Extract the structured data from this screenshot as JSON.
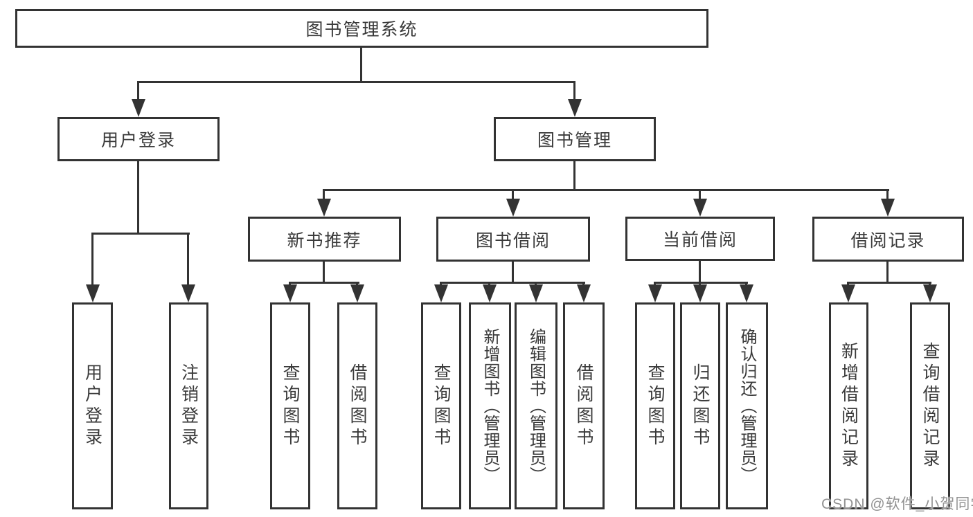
{
  "diagram": {
    "type": "tree",
    "root": {
      "label": "图书管理系统"
    },
    "level1": [
      {
        "id": "user-login",
        "label": "用户登录"
      },
      {
        "id": "book-management",
        "label": "图书管理"
      }
    ],
    "level2": [
      {
        "id": "new-book-recommend",
        "label": "新书推荐"
      },
      {
        "id": "book-borrowing",
        "label": "图书借阅"
      },
      {
        "id": "current-borrowing",
        "label": "当前借阅"
      },
      {
        "id": "borrowing-records",
        "label": "借阅记录"
      }
    ],
    "leaves": {
      "user_login": [
        {
          "label": "用户登录"
        },
        {
          "label": "注销登录"
        }
      ],
      "new_book_recommend": [
        {
          "label": "查询图书"
        },
        {
          "label": "借阅图书"
        }
      ],
      "book_borrowing": [
        {
          "label": "查询图书"
        },
        {
          "label": "新增图书（管理员）"
        },
        {
          "label": "编辑图书（管理员）"
        },
        {
          "label": "借阅图书"
        }
      ],
      "current_borrowing": [
        {
          "label": "查询图书"
        },
        {
          "label": "归还图书"
        },
        {
          "label": "确认归还（管理员）"
        }
      ],
      "borrowing_records": [
        {
          "label": "新增借阅记录"
        },
        {
          "label": "查询借阅记录"
        }
      ]
    },
    "watermark": "CSDN @软件_小贺同学",
    "colors": {
      "line": "#333333",
      "text": "#3a3a3a",
      "background": "#ffffff",
      "watermark": "#929292"
    }
  }
}
